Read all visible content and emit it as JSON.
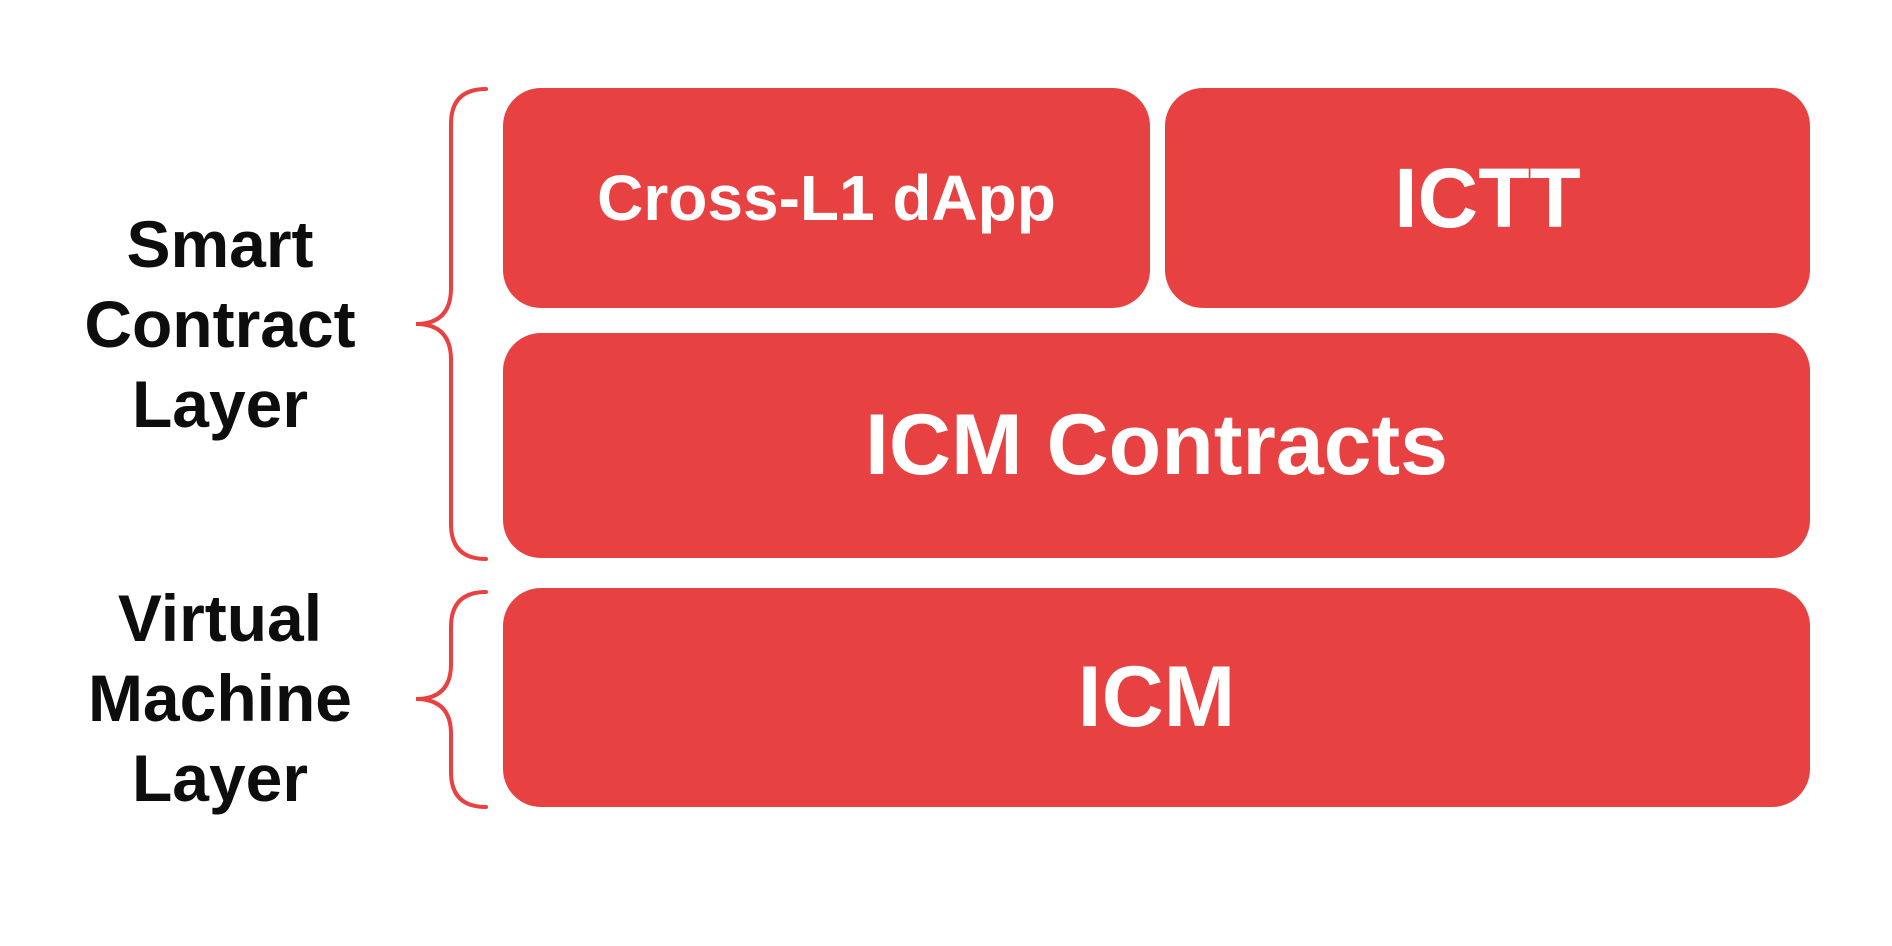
{
  "colors": {
    "canvas_bg": "#ffffff",
    "box_red": "#e84142",
    "brace_red": "#e8413f",
    "box_text": "#ffffff",
    "label_text": "#0d0d0d"
  },
  "layers": [
    {
      "id": "smart-contract-layer",
      "label_lines": [
        "Smart",
        "Contract",
        "Layer"
      ]
    },
    {
      "id": "virtual-machine-layer",
      "label_lines": [
        "Virtual",
        "Machine",
        "Layer"
      ]
    }
  ],
  "boxes": [
    {
      "id": "cross-l1-dapp",
      "label": "Cross-L1 dApp"
    },
    {
      "id": "ictt",
      "label": "ICTT"
    },
    {
      "id": "icm-contracts",
      "label": "ICM Contracts"
    },
    {
      "id": "icm",
      "label": "ICM"
    }
  ]
}
